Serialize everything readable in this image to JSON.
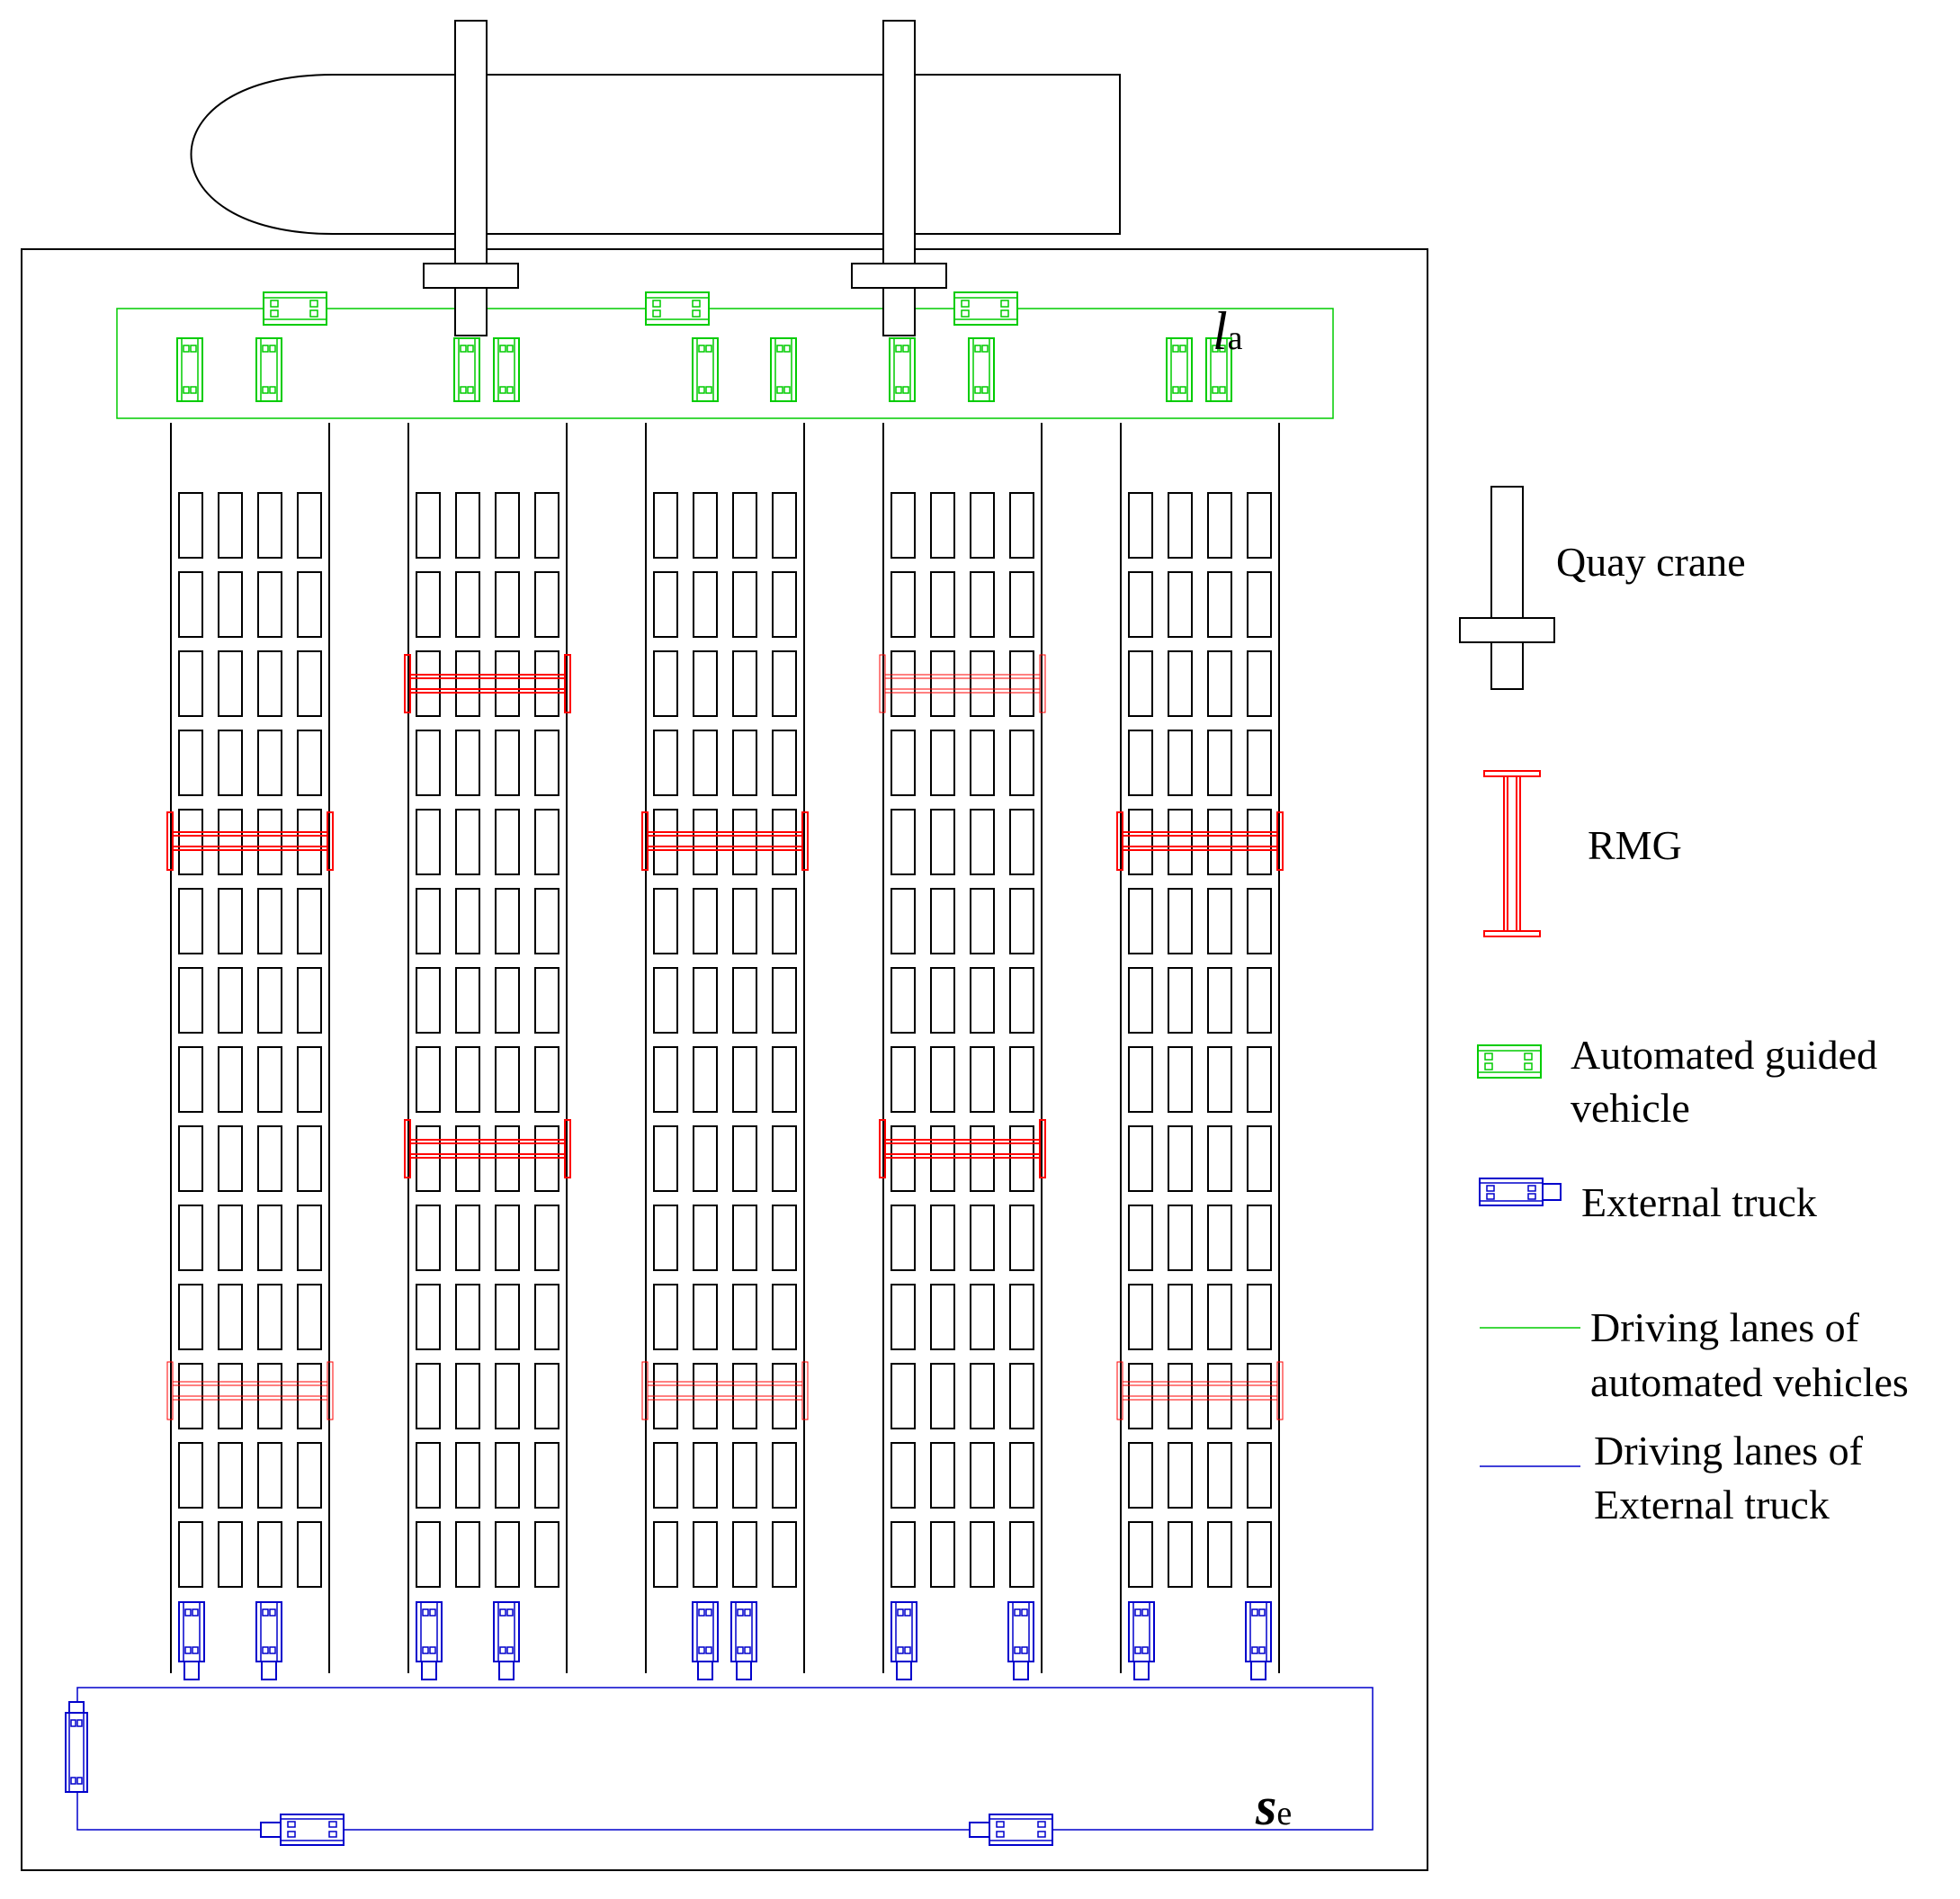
{
  "labels": {
    "la_main": "l",
    "la_sub": "a",
    "se_main": "s",
    "se_sub": "e"
  },
  "legend": {
    "quay_crane": "Quay crane",
    "rmg": "RMG",
    "agv_line1": "Automated guided",
    "agv_line2": "vehicle",
    "truck": "External truck",
    "agv_lane_line1": "Driving lanes of",
    "agv_lane_line2": "automated vehicles",
    "truck_lane_line1": "Driving lanes of",
    "truck_lane_line2": "External truck"
  },
  "colors": {
    "structure": "#000000",
    "rmg": "#ff0000",
    "agv": "#00cc00",
    "truck": "#0000cc"
  },
  "layout_info": {
    "blocks": 5,
    "container_rows_per_block": 14,
    "container_columns_per_block": 4,
    "quay_cranes": 2
  }
}
